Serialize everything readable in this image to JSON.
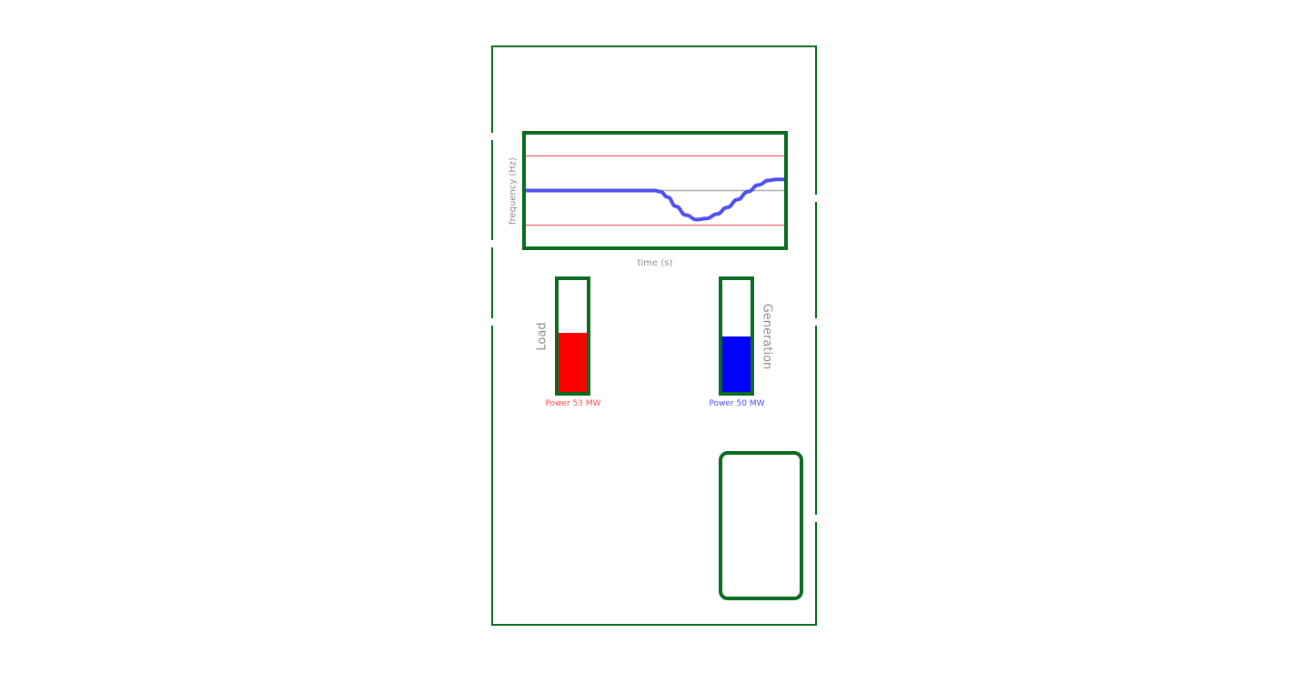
{
  "chart_data": {
    "type": "line",
    "title": "",
    "xlabel": "time (s)",
    "ylabel": "frequency (Hz)",
    "xlim": [
      0,
      1
    ],
    "ylim": [
      0,
      1
    ],
    "nominal": 0.5,
    "upper_limit": 0.81,
    "lower_limit": 0.19,
    "series": [
      {
        "color": "#5050f0",
        "x": [
          0,
          0.05,
          0.1,
          0.15,
          0.2,
          0.25,
          0.3,
          0.35,
          0.4,
          0.45,
          0.5,
          0.52,
          0.55,
          0.58,
          0.62,
          0.66,
          0.7,
          0.74,
          0.78,
          0.82,
          0.86,
          0.9,
          0.94,
          0.97,
          1.0
        ],
        "y": [
          0.5,
          0.5,
          0.5,
          0.5,
          0.5,
          0.5,
          0.5,
          0.5,
          0.5,
          0.5,
          0.5,
          0.49,
          0.44,
          0.36,
          0.28,
          0.24,
          0.25,
          0.29,
          0.35,
          0.42,
          0.49,
          0.55,
          0.59,
          0.6,
          0.6
        ]
      }
    ],
    "grid": false
  },
  "load": {
    "label": "Load",
    "caption": "Power 53 MW",
    "level": 0.53,
    "fill_color": "#ff0000",
    "caption_color": "#ff4d4d"
  },
  "generation": {
    "label": "Generation",
    "caption": "Power 50 MW",
    "level": 0.5,
    "fill_color": "#0000ff",
    "caption_color": "#4d4dff"
  },
  "colors": {
    "border": "#0a6a1f",
    "nominal_line": "#b0b0b0",
    "limit_line": "#e23b3b"
  }
}
